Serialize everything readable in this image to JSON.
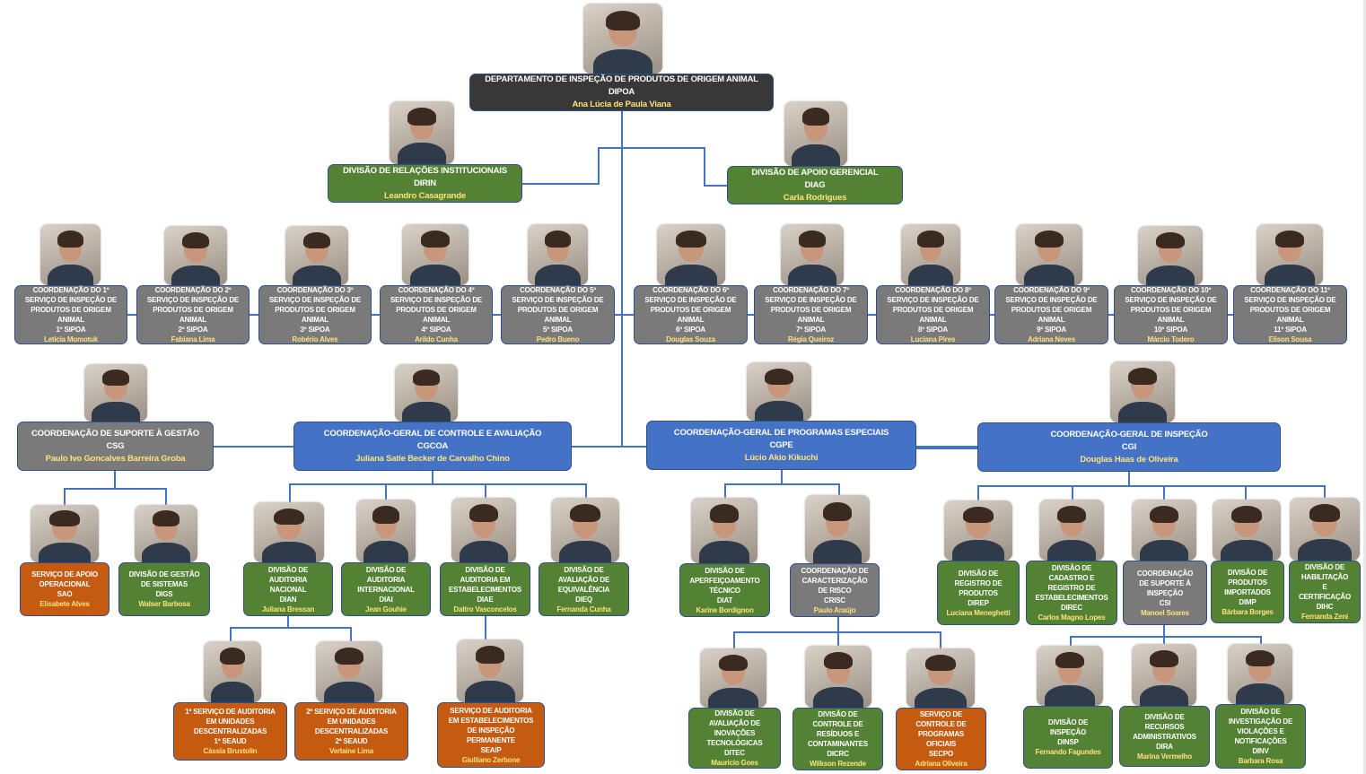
{
  "colors": {
    "dark": "#383838",
    "green": "#548235",
    "gray": "#7a7a7a",
    "blue": "#4472c4",
    "orange": "#c55a11",
    "name": "#ffe27a",
    "connector": "#4472c4"
  },
  "nodes": [
    {
      "id": "dipoa",
      "color": "dark",
      "lines": [
        "DEPARTAMENTO DE INSPEÇÃO DE PRODUTOS DE ORIGEM ANIMAL",
        "DIPOA"
      ],
      "name": "Ana Lúcia de Paula Viana"
    },
    {
      "id": "dirin",
      "color": "green",
      "lines": [
        "DIVISÃO DE RELAÇÕES INSTITUCIONAIS",
        "DIRIN"
      ],
      "name": "Leandro Casagrande"
    },
    {
      "id": "diag",
      "color": "green",
      "lines": [
        "DIVISÃO DE APOIO GERENCIAL",
        "DIAG"
      ],
      "name": "Carla Rodrigues"
    },
    {
      "id": "sipoa1",
      "color": "gray",
      "lines": [
        "COORDENAÇÃO DO 1º",
        "SERVIÇO DE INSPEÇÃO DE",
        "PRODUTOS DE ORIGEM",
        "ANIMAL",
        "1º SIPOA"
      ],
      "name": "Letícia Momotuk"
    },
    {
      "id": "sipoa2",
      "color": "gray",
      "lines": [
        "COORDENAÇÃO DO 2º",
        "SERVIÇO DE INSPEÇÃO DE",
        "PRODUTOS DE ORIGEM",
        "ANIMAL",
        "2º SIPOA"
      ],
      "name": "Fabiana Lima"
    },
    {
      "id": "sipoa3",
      "color": "gray",
      "lines": [
        "COORDENAÇÃO DO 3º",
        "SERVIÇO DE INSPEÇÃO DE",
        "PRODUTOS DE ORIGEM",
        "ANIMAL",
        "3º SIPOA"
      ],
      "name": "Robério Alves"
    },
    {
      "id": "sipoa4",
      "color": "gray",
      "lines": [
        "COORDENAÇÃO DO 4º",
        "SERVIÇO DE INSPEÇÃO DE",
        "PRODUTOS DE ORIGEM",
        "ANIMAL",
        "4º SIPOA"
      ],
      "name": "Arildo Cunha"
    },
    {
      "id": "sipoa5",
      "color": "gray",
      "lines": [
        "COORDENAÇÃO DO 5º",
        "SERVIÇO DE INSPEÇÃO DE",
        "PRODUTOS DE ORIGEM",
        "ANIMAL",
        "5º SIPOA"
      ],
      "name": "Pedro Bueno"
    },
    {
      "id": "sipoa6",
      "color": "gray",
      "lines": [
        "COORDENAÇÃO DO 6º",
        "SERVIÇO DE INSPEÇÃO DE",
        "PRODUTOS DE ORIGEM",
        "ANIMAL",
        "6º SIPOA"
      ],
      "name": "Douglas Souza"
    },
    {
      "id": "sipoa7",
      "color": "gray",
      "lines": [
        "COORDENAÇÃO DO 7º",
        "SERVIÇO DE INSPEÇÃO DE",
        "PRODUTOS DE ORIGEM",
        "ANIMAL",
        "7º SIPOA"
      ],
      "name": "Régia Queiroz"
    },
    {
      "id": "sipoa8",
      "color": "gray",
      "lines": [
        "COORDENAÇÃO DO 8º",
        "SERVIÇO DE INSPEÇÃO DE",
        "PRODUTOS DE ORIGEM",
        "ANIMAL",
        "8º SIPOA"
      ],
      "name": "Luciana Pires"
    },
    {
      "id": "sipoa9",
      "color": "gray",
      "lines": [
        "COORDENAÇÃO DO 9º",
        "SERVIÇO DE INSPEÇÃO DE",
        "PRODUTOS DE ORIGEM",
        "ANIMAL",
        "9º SIPOA"
      ],
      "name": "Adriana Neves"
    },
    {
      "id": "sipoa10",
      "color": "gray",
      "lines": [
        "COORDENAÇÃO DO 10º",
        "SERVIÇO DE INSPEÇÃO DE",
        "PRODUTOS DE ORIGEM",
        "ANIMAL",
        "10º SIPOA"
      ],
      "name": "Márcio Todero"
    },
    {
      "id": "sipoa11",
      "color": "gray",
      "lines": [
        "COORDENAÇÃO DO 11º",
        "SERVIÇO DE INSPEÇÃO DE",
        "PRODUTOS DE ORIGEM",
        "ANIMAL",
        "11º SIPOA"
      ],
      "name": "Elison Sousa"
    },
    {
      "id": "csg",
      "color": "gray",
      "lines": [
        "COORDENAÇÃO DE SUPORTE À GESTÃO",
        "CSG"
      ],
      "name": "Paulo Ivo Goncalves Barreira Groba"
    },
    {
      "id": "cgcoa",
      "color": "blue",
      "lines": [
        "COORDENAÇÃO-GERAL DE CONTROLE E AVALIAÇÃO",
        "CGCOA"
      ],
      "name": "Juliana Satie Becker de Carvalho Chino"
    },
    {
      "id": "cgpe",
      "color": "blue",
      "lines": [
        "COORDENAÇÃO-GERAL DE PROGRAMAS ESPECIAIS",
        "CGPE"
      ],
      "name": "Lúcio Akio Kikuchi"
    },
    {
      "id": "cgi",
      "color": "blue",
      "lines": [
        "COORDENAÇÃO-GERAL DE INSPEÇÃO",
        "CGI"
      ],
      "name": "Douglas Haas de Oliveira"
    },
    {
      "id": "sao",
      "color": "orange",
      "lines": [
        "SERVIÇO DE APOIO",
        "OPERACIONAL",
        "SAO"
      ],
      "name": "Elisabete Alves"
    },
    {
      "id": "digs",
      "color": "green",
      "lines": [
        "DIVISÃO DE GESTÃO",
        "DE SISTEMAS",
        "DIGS"
      ],
      "name": "Walser Barbosa"
    },
    {
      "id": "dian",
      "color": "green",
      "lines": [
        "DIVISÃO DE",
        "AUDITORIA",
        "NACIONAL",
        "DIAN"
      ],
      "name": "Juliana Bressan"
    },
    {
      "id": "diai",
      "color": "green",
      "lines": [
        "DIVISÃO DE",
        "AUDITORIA",
        "INTERNACIONAL",
        "DIAI"
      ],
      "name": "Jean Gouhie"
    },
    {
      "id": "diae",
      "color": "green",
      "lines": [
        "DIVISÃO DE",
        "AUDITORIA EM",
        "ESTABELECIMENTOS",
        "DIAE"
      ],
      "name": "Daltro Vasconcelos"
    },
    {
      "id": "dieq",
      "color": "green",
      "lines": [
        "DIVISÃO DE",
        "AVALIAÇÃO DE",
        "EQUIVALÊNCIA",
        "DIEQ"
      ],
      "name": "Fernanda Cunha"
    },
    {
      "id": "diat",
      "color": "green",
      "lines": [
        "DIVISÃO DE",
        "APERFEIÇOAMENTO",
        "TÉCNICO",
        "DIAT"
      ],
      "name": "Karine Bordignon"
    },
    {
      "id": "crisc",
      "color": "gray",
      "lines": [
        "COORDENAÇÃO DE",
        "CARACTERIZAÇÃO",
        "DE RISCO",
        "CRISC"
      ],
      "name": "Paulo Araújo"
    },
    {
      "id": "direp",
      "color": "green",
      "lines": [
        "DIVISÃO DE",
        "REGISTRO DE",
        "PRODUTOS",
        "DIREP"
      ],
      "name": "Luciana Meneghetti"
    },
    {
      "id": "direc",
      "color": "green",
      "lines": [
        "DIVISÃO DE",
        "CADASTRO E",
        "REGISTRO DE",
        "ESTABELECIMENTOS",
        "DIREC"
      ],
      "name": "Carlos Magno Lopes"
    },
    {
      "id": "csi",
      "color": "gray",
      "lines": [
        "COORDENAÇÃO",
        "DE SUPORTE À",
        "INSPEÇÃO",
        "CSI"
      ],
      "name": "Manoel Soares"
    },
    {
      "id": "dimp",
      "color": "green",
      "lines": [
        "DIVISÃO DE",
        "PRODUTOS",
        "IMPORTADOS",
        "DIMP"
      ],
      "name": "Bárbara Borges"
    },
    {
      "id": "dihc",
      "color": "green",
      "lines": [
        "DIVISÃO DE",
        "HABILITAÇÃO",
        "E",
        "CERTIFICAÇÃO",
        "DIHC"
      ],
      "name": "Fernanda Zeni"
    },
    {
      "id": "seaud1",
      "color": "orange",
      "lines": [
        "1º SERVIÇO DE AUDITORIA",
        "EM UNIDADES",
        "DESCENTRALIZADAS",
        "1º SEAUD"
      ],
      "name": "Cássia Brustolin"
    },
    {
      "id": "seaud2",
      "color": "orange",
      "lines": [
        "2º SERVIÇO DE AUDITORIA",
        "EM UNIDADES",
        "DESCENTRALIZADAS",
        "2º SEAUD"
      ],
      "name": "Verlaine Lima"
    },
    {
      "id": "seaip",
      "color": "orange",
      "lines": [
        "SERVIÇO DE AUDITORIA",
        "EM ESTABELECIMENTOS",
        "DE INSPEÇÃO",
        "PERMANENTE",
        "SEAIP"
      ],
      "name": "Giulliano Zerbone"
    },
    {
      "id": "ditec",
      "color": "green",
      "lines": [
        "DIVISÃO DE",
        "AVALIAÇÃO DE",
        "INOVAÇÕES",
        "TECNOLÓGICAS",
        "DITEC"
      ],
      "name": "Mauricio Goes"
    },
    {
      "id": "dicrc",
      "color": "green",
      "lines": [
        "DIVISÃO DE",
        "CONTROLE DE",
        "RESÍDUOS E",
        "CONTAMINANTES",
        "DICRC"
      ],
      "name": "Wilkson Rezende"
    },
    {
      "id": "secpo",
      "color": "orange",
      "lines": [
        "SERVIÇO DE",
        "CONTROLE DE",
        "PROGRAMAS",
        "OFICIAIS",
        "SECPO"
      ],
      "name": "Adriana Oliveira"
    },
    {
      "id": "dinsp",
      "color": "green",
      "lines": [
        "DIVISÃO DE",
        "INSPEÇÃO",
        "DINSP"
      ],
      "name": "Fernando Fagundes"
    },
    {
      "id": "dira",
      "color": "green",
      "lines": [
        "DIVISÃO DE",
        "RECURSOS",
        "ADMINISTRATIVOS",
        "DIRA"
      ],
      "name": "Marina Vermelho"
    },
    {
      "id": "dinv",
      "color": "green",
      "lines": [
        "DIVISÃO DE",
        "INVESTIGAÇÃO DE",
        "VIOLAÇÕES E",
        "NOTIFICAÇÕES",
        "DINV"
      ],
      "name": "Barbara Rosa"
    }
  ]
}
